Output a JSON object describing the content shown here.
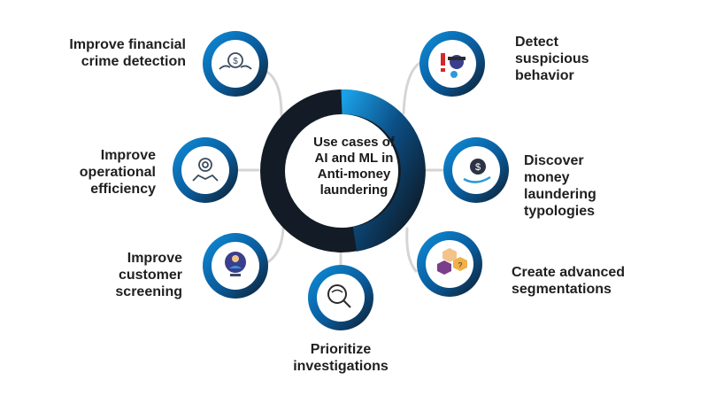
{
  "center": {
    "title": "Use cases of\nAI and ML in\nAnti-money\nlaundering"
  },
  "items": [
    {
      "id": "financial-crime",
      "label": "Improve financial\ncrime detection",
      "icon": "money-hands-icon"
    },
    {
      "id": "operational-efficiency",
      "label": "Improve\noperational\nefficiency",
      "icon": "gear-map-icon"
    },
    {
      "id": "customer-screening",
      "label": "Improve\ncustomer\nscreening",
      "icon": "person-search-icon"
    },
    {
      "id": "prioritize-investigations",
      "label": "Prioritize\ninvestigations",
      "icon": "magnifier-mask-icon"
    },
    {
      "id": "suspicious-behavior",
      "label": "Detect\nsuspicious\nbehavior",
      "icon": "alert-spy-icon"
    },
    {
      "id": "laundering-typologies",
      "label": "Discover\nmoney\nlaundering\ntypologies",
      "icon": "money-bag-hand-icon"
    },
    {
      "id": "advanced-segmentations",
      "label": "Create advanced\nsegmentations",
      "icon": "hexagon-people-icon"
    }
  ],
  "colors": {
    "dark": "#1b2530",
    "blue": "#0f6fc2",
    "blue_light": "#2c9ad8",
    "connector": "#d5d5d5",
    "text": "#1f1f1f"
  }
}
